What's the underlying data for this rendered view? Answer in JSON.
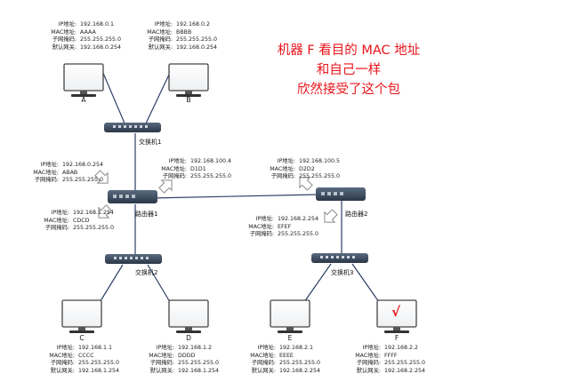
{
  "callout": {
    "line1": "机器 F 看目的 MAC 地址",
    "line2": "和自己一样",
    "line3": "欣然接受了这个包"
  },
  "switches": {
    "sw1": "交换机1",
    "sw2": "交换机2",
    "sw3": "交换机3"
  },
  "routers": {
    "r1": "路由器1",
    "r2": "路由器2"
  },
  "hosts": {
    "A": {
      "name": "A",
      "ip_k": "IP地址:",
      "ip": "192.168.0.1",
      "mac_k": "MAC地址:",
      "mac": "AAAA",
      "mask_k": "子网掩码:",
      "mask": "255.255.255.0",
      "gw_k": "默认网关:",
      "gw": "192.168.0.254"
    },
    "B": {
      "name": "B",
      "ip_k": "IP地址:",
      "ip": "192.168.0.2",
      "mac_k": "MAC地址:",
      "mac": "BBBB",
      "mask_k": "子网掩码:",
      "mask": "255.255.255.0",
      "gw_k": "默认网关:",
      "gw": "192.168.0.254"
    },
    "C": {
      "name": "C",
      "ip_k": "IP地址:",
      "ip": "192.168.1.1",
      "mac_k": "MAC地址:",
      "mac": "CCCC",
      "mask_k": "子网掩码:",
      "mask": "255.255.255.0",
      "gw_k": "默认网关:",
      "gw": "192.168.1.254"
    },
    "D": {
      "name": "D",
      "ip_k": "IP地址:",
      "ip": "192.168.1.2",
      "mac_k": "MAC地址:",
      "mac": "DDDD",
      "mask_k": "子网掩码:",
      "mask": "255.255.255.0",
      "gw_k": "默认网关:",
      "gw": "192.168.1.254"
    },
    "E": {
      "name": "E",
      "ip_k": "IP地址:",
      "ip": "192.168.2.1",
      "mac_k": "MAC地址:",
      "mac": "EEEE",
      "mask_k": "子网掩码:",
      "mask": "255.255.255.0",
      "gw_k": "默认网关:",
      "gw": "192.168.2.254"
    },
    "F": {
      "name": "F",
      "ip_k": "IP地址:",
      "ip": "192.168.2.2",
      "mac_k": "MAC地址:",
      "mac": "FFFF",
      "mask_k": "子网掩码:",
      "mask": "255.255.255.0",
      "gw_k": "默认网关:",
      "gw": "192.168.2.254"
    }
  },
  "ports": {
    "r1_left": {
      "ip_k": "IP地址:",
      "ip": "192.168.0.254",
      "mac_k": "MAC地址:",
      "mac": "ABAB",
      "mask_k": "子网掩码:",
      "mask": "255.255.255.0"
    },
    "r1_mid": {
      "ip_k": "IP地址:",
      "ip": "192.168.100.4",
      "mac_k": "MAC地址:",
      "mac": "D1D1",
      "mask_k": "子网掩码:",
      "mask": "255.255.255.0"
    },
    "r1_bottom": {
      "ip_k": "IP地址:",
      "ip": "192.168.1.254",
      "mac_k": "MAC地址:",
      "mac": "CDCD",
      "mask_k": "子网掩码:",
      "mask": "255.255.255.0"
    },
    "r2_mid": {
      "ip_k": "IP地址:",
      "ip": "192.168.100.5",
      "mac_k": "MAC地址:",
      "mac": "D2D2",
      "mask_k": "子网掩码:",
      "mask": "255.255.255.0"
    },
    "r2_bottom": {
      "ip_k": "IP地址:",
      "ip": "192.168.2.254",
      "mac_k": "MAC地址:",
      "mac": "EFEF",
      "mask_k": "子网掩码:",
      "mask": "255.255.255.0"
    }
  },
  "receive_mark": "√",
  "colors": {
    "accent": "#e8141b",
    "line": "#2c3e66",
    "device": "#3a4a5e",
    "arrow": "#9a9a9a"
  }
}
